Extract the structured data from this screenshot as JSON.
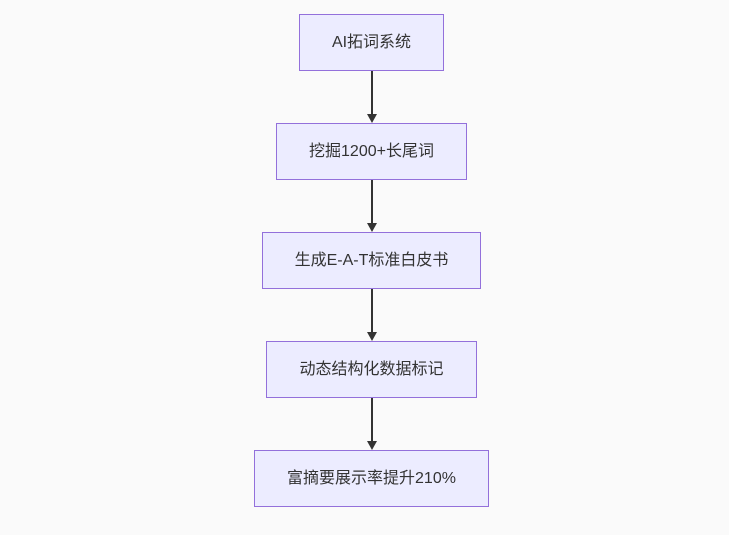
{
  "theme": {
    "background": "#fafafa",
    "node_fill": "#ECECFF",
    "node_border": "#9370DB",
    "node_text_color": "#333333",
    "arrow_color": "#333333"
  },
  "flowchart": {
    "type": "flowchart",
    "direction": "top-down",
    "nodes": [
      {
        "id": "n1",
        "label": "AI拓词系统"
      },
      {
        "id": "n2",
        "label": "挖掘1200+长尾词"
      },
      {
        "id": "n3",
        "label": "生成E-A-T标准白皮书"
      },
      {
        "id": "n4",
        "label": "动态结构化数据标记"
      },
      {
        "id": "n5",
        "label": "富摘要展示率提升210%"
      }
    ],
    "edges": [
      {
        "from": "n1",
        "to": "n2"
      },
      {
        "from": "n2",
        "to": "n3"
      },
      {
        "from": "n3",
        "to": "n4"
      },
      {
        "from": "n4",
        "to": "n5"
      }
    ]
  }
}
